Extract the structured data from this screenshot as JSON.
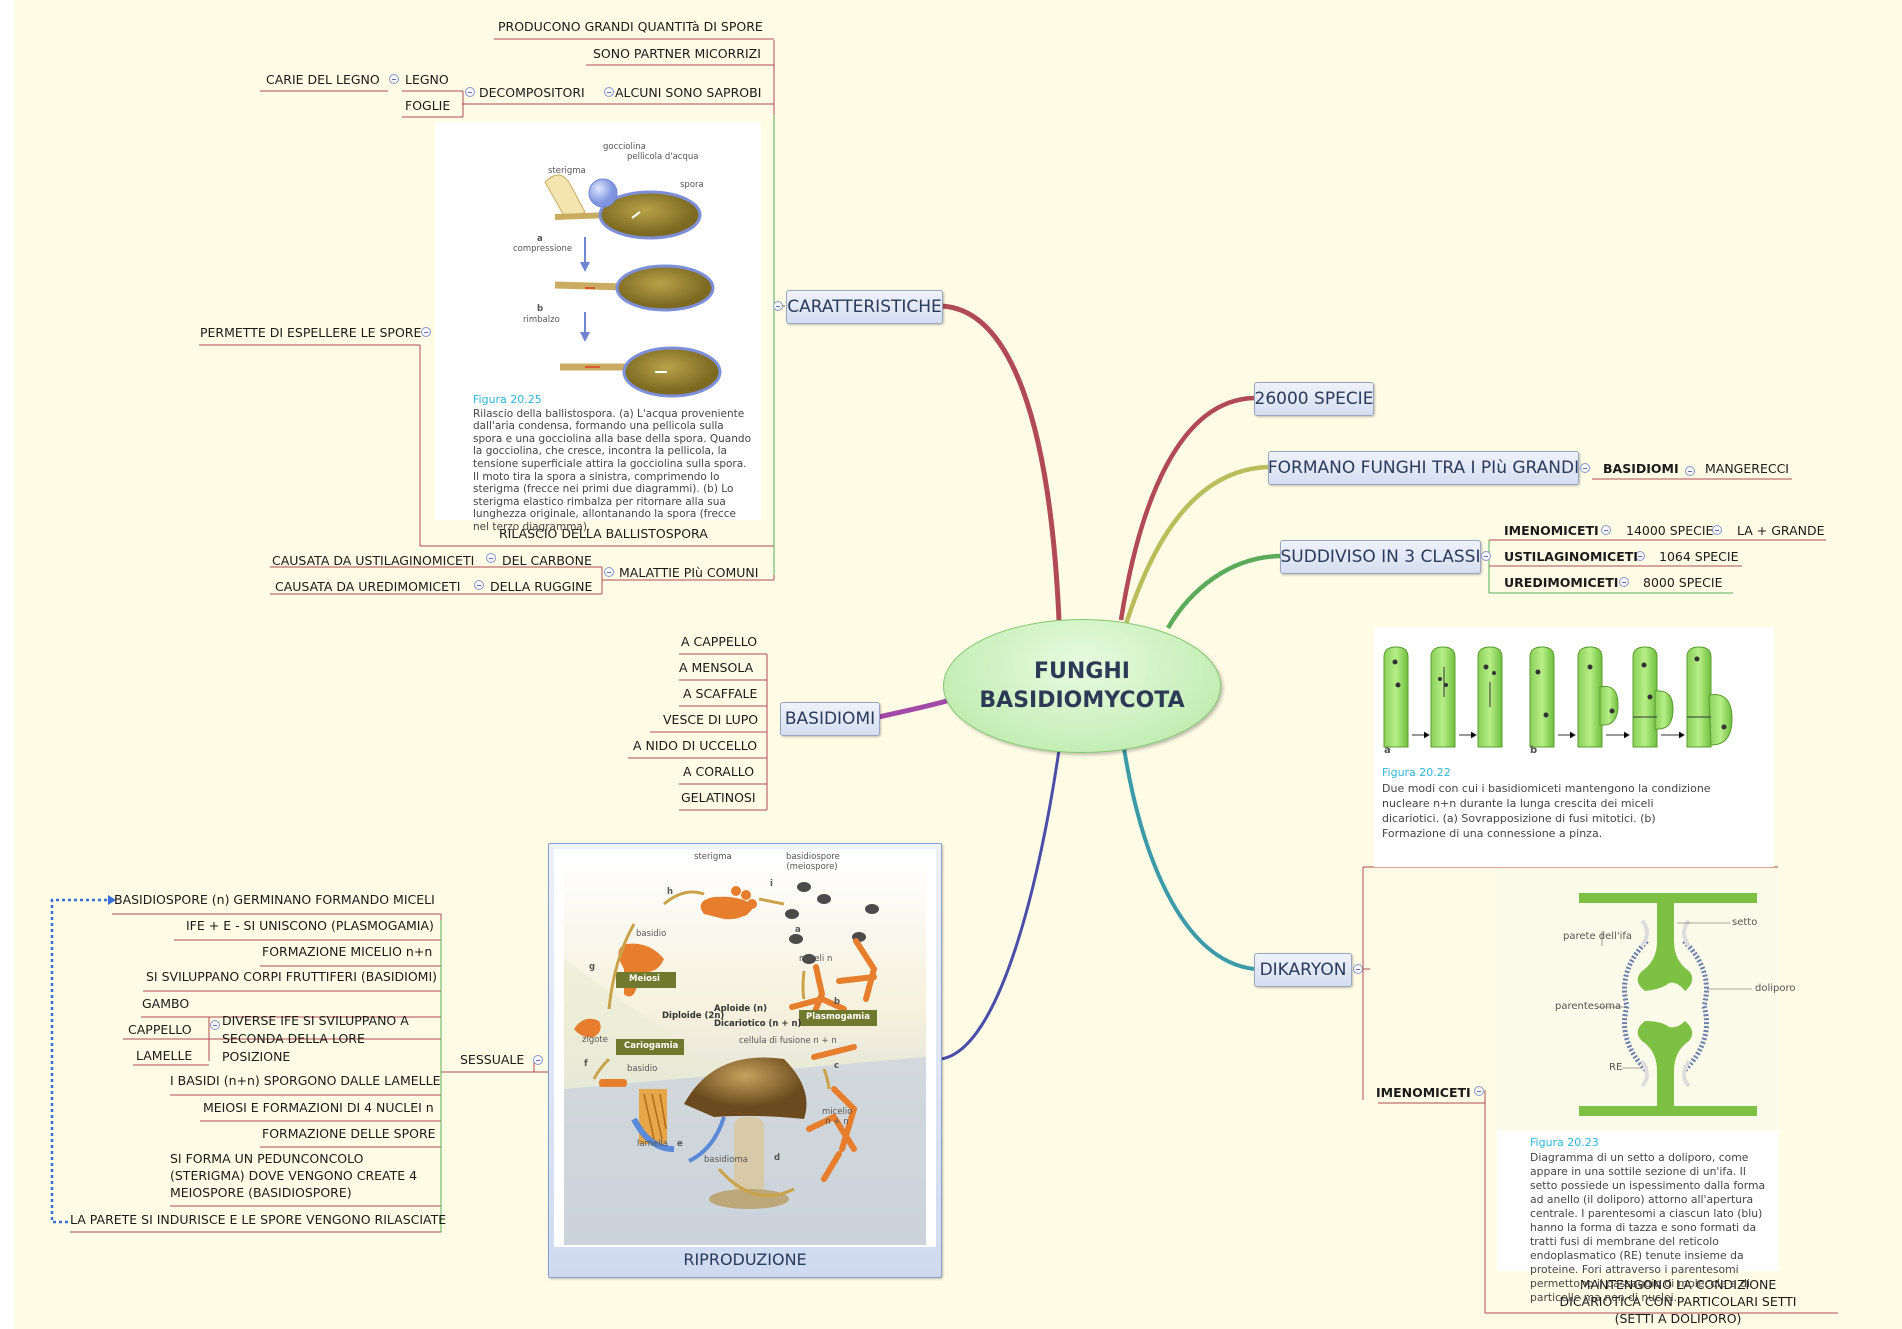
{
  "central": {
    "line1": "FUNGHI",
    "line2": "BASIDIOMYCOTA"
  },
  "topics": {
    "caratteristiche": "CARATTERISTICHE",
    "specie": "26000 SPECIE",
    "formano": "FORMANO FUNGHI TRA I PIù GRANDI",
    "suddiviso": "SUDDIVISO IN 3 CLASSI",
    "basidiomi": "BASIDIOMI",
    "dikaryon": "DIKARYON",
    "riproduzione": "RIPRODUZIONE"
  },
  "caratteristiche": {
    "producono": "PRODUCONO GRANDI QUANTITà DI SPORE",
    "partner": "SONO PARTNER MICORRIZI",
    "saprobi": "ALCUNI SONO SAPROBI",
    "decompositori": "DECOMPOSITORI",
    "legno": "LEGNO",
    "carie": "CARIE DEL LEGNO",
    "foglie": "FOGLIE",
    "rilascio": "RILASCIO DELLA BALLISTOSPORA",
    "permette": "PERMETTE DI ESPELLERE LE SPORE",
    "malattie": "MALATTIE PIù COMUNI",
    "carbone": "DEL CARBONE",
    "ustilag": "CAUSATA DA USTILAGINOMICETI",
    "ruggine": "DELLA RUGGINE",
    "uredim": "CAUSATA DA UREDIMOMICETI"
  },
  "fig2025": {
    "title": "Figura 20.25",
    "text": "Rilascio della ballistospora. (a) L'acqua proveniente dall'aria condensa, formando una pellicola sulla spora e una gocciolina alla base della spora. Quando la gocciolina, che cresce, incontra la pellicola, la tensione superficiale attira la gocciolina sulla spora. Il moto tira la spora a sinistra, comprimendo lo sterigma (frecce nei primi due diagrammi). (b) Lo sterigma elastico rimbalza per ritornare alla sua lunghezza originale, allontanando la spora (frecce nel terzo diagramma).",
    "labels": {
      "gocciolina": "gocciolina",
      "pellicola": "pellicola d'acqua",
      "sterigma": "sterigma",
      "spora": "spora",
      "a": "a",
      "compressione": "compressione",
      "b": "b",
      "rimbalzo": "rimbalzo"
    }
  },
  "formano_sub": {
    "basidiomi": "BASIDIOMI",
    "mangerecci": "MANGERECCI"
  },
  "classi": [
    {
      "name": "IMENOMICETI",
      "count": "14000 SPECIE",
      "extra": "LA + GRANDE"
    },
    {
      "name": "USTILAGINOMICETI",
      "count": "1064 SPECIE",
      "extra": ""
    },
    {
      "name": "UREDIMOMICETI",
      "count": "8000 SPECIE",
      "extra": ""
    }
  ],
  "basidiomi_list": [
    "A CAPPELLO",
    "A MENSOLA",
    "A SCAFFALE",
    "VESCE DI LUPO",
    "A NIDO DI UCCELLO",
    "A CORALLO",
    "GELATINOSI"
  ],
  "fig2022": {
    "title": "Figura 20.22",
    "text": "Due modi con cui i basidiomiceti mantengono la condizione nucleare n+n durante la lunga crescita dei miceli dicariotici. (a) Sovrapposizione di fusi mitotici. (b) Formazione di una connessione a pinza.",
    "a": "a",
    "b": "b"
  },
  "dikaryon": {
    "imenomiceti": "IMENOMICETI",
    "mantengono": "MANTENGONO LA CONDIZIONE DICARIOTICA CON PARTICOLARI SETTI (SETTI A DOLIPORO)"
  },
  "fig2023": {
    "title": "Figura 20.23",
    "text": "Diagramma di un setto a doliporo, come appare in una sottile sezione di un'ifa. Il setto possiede un ispessimento dalla forma ad anello (il doliporo) attorno all'apertura centrale. I parentesomi a ciascun lato (blu) hanno la forma di tazza e sono formati da tratti fusi di membrane del reticolo endoplasmatico (RE) tenute insieme da proteine. Fori attraverso i parentesomi permettono il passaggio di molecole e di particelle ma non di nuclei.",
    "labels": {
      "setto": "setto",
      "parete": "parete dell'ifa",
      "doliporo": "doliporo",
      "parentesoma": "parentesoma",
      "re": "RE"
    }
  },
  "riproduzione": {
    "sessuale": "SESSUALE",
    "steps": [
      "BASIDIOSPORE (n) GERMINANO FORMANDO MICELI",
      "IFE + E - SI UNISCONO (PLASMOGAMIA)",
      "FORMAZIONE MICELIO n+n",
      "SI SVILUPPANO CORPI FRUTTIFERI (BASIDIOMI)",
      "I BASIDI (n+n) SPORGONO DALLE LAMELLE",
      "MEIOSI E FORMAZIONI DI 4 NUCLEI n",
      "FORMAZIONE DELLE SPORE",
      "SI FORMA UN PEDUNCONCOLO (STERIGMA) DOVE VENGONO CREATE 4 MEIOSPORE (BASIDIOSPORE)",
      "LA PARETE SI INDURISCE E LE SPORE VENGONO RILASCIATE"
    ],
    "diverse": "DIVERSE IFE SI SVILUPPANO A SECONDA DELLA LORE POSIZIONE",
    "gambo": "GAMBO",
    "cappello": "CAPPELLO",
    "lamelle": "LAMELLE"
  },
  "cycle": {
    "sterigma": "sterigma",
    "basidiospore": "basidiospore (meiospore)",
    "basidio": "basidio",
    "micelin": "miceli n",
    "meiosi": "Meiosi",
    "plasmogamia": "Plasmogamia",
    "cariogamia": "Cariogamia",
    "aploide": "Aploide (n)",
    "diploide": "Diploide (2n)",
    "dicariotico": "Dicariotico (n + n)",
    "cellula": "cellula di fusione n + n",
    "zigote": "zigote",
    "basidio2": "basidio",
    "micelio": "micelio n + n",
    "lamella": "lamella",
    "basidioma": "basidioma",
    "letters": [
      "a",
      "b",
      "c",
      "d",
      "e",
      "f",
      "g",
      "h",
      "i"
    ]
  },
  "colors": {
    "caratteristiche": "#b04a55",
    "specie": "#b04a55",
    "formano": "#b9bd5a",
    "suddiviso": "#5bab5a",
    "basidiomi": "#a24aa8",
    "dikaryon": "#3d9aa8",
    "riproduzione": "#4a4ea8",
    "dashed": "#3a6fd8"
  }
}
